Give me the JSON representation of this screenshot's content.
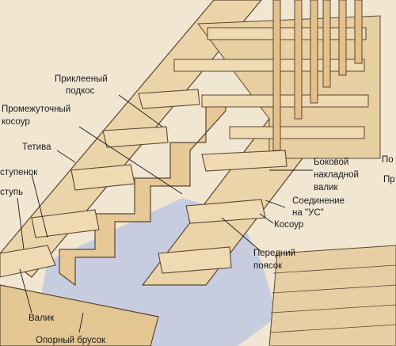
{
  "labels": {
    "glued_strut_1": "Приклееный",
    "glued_strut_2": "подкос",
    "intermediate_stringer_1": "Промежуточный",
    "intermediate_stringer_2": "косоур",
    "bowstring": "Тетива",
    "tread": "ступенок",
    "step": "ступь",
    "side_roller_1": "Боковой",
    "side_roller_2": "накладной",
    "side_roller_3": "валик",
    "us_joint_1": "Соединение",
    "us_joint_2": "на \"УС\"",
    "kosour": "Косоур",
    "front_belt_1": "Передний",
    "front_belt_2": "поясок",
    "roller": "Валик",
    "support_beam": "Опорный брусок",
    "right_edge_1": "По",
    "right_edge_2": "Пр"
  },
  "colors": {
    "background": "#f1e6d2",
    "wood": "#ecd4aa",
    "wood_dark": "#d9b985",
    "line": "#5a4630",
    "floor": "#c7cddf"
  }
}
